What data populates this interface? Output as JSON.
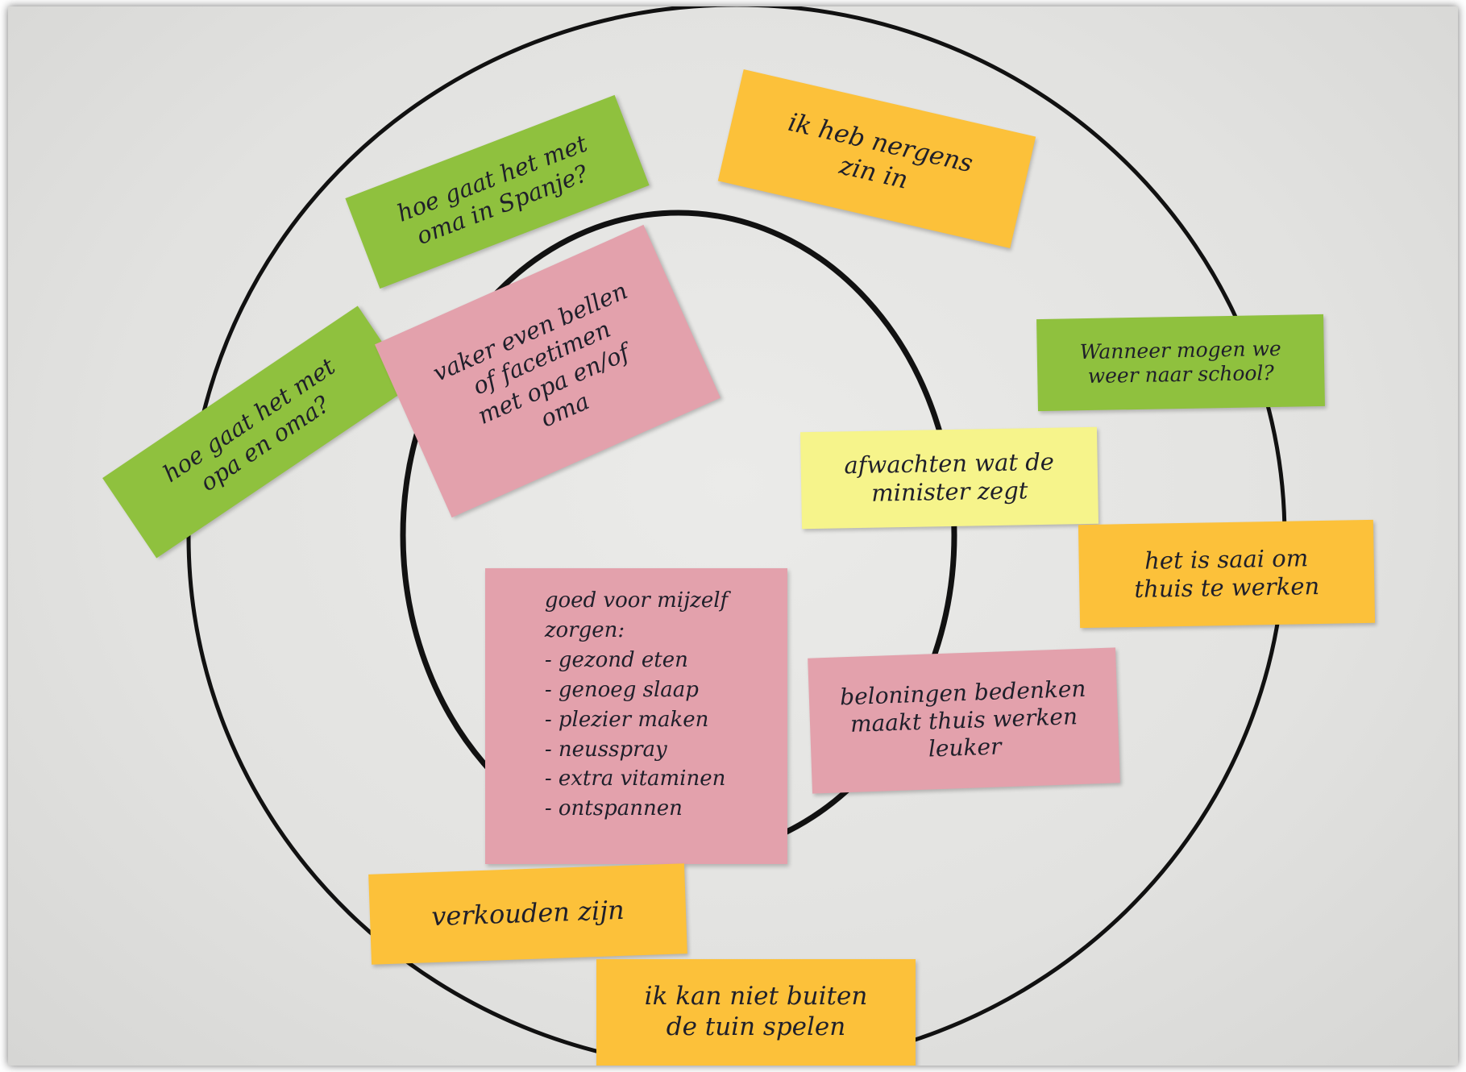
{
  "diagram": {
    "notes": [
      {
        "id": "oma-spanje",
        "text": "hoe gaat het met\noma in Spanje?",
        "color": "green"
      },
      {
        "id": "nergens-zin",
        "text": "ik heb nergens\nzin in",
        "color": "orange"
      },
      {
        "id": "opa-oma",
        "text": "hoe gaat het met\nopa en oma?",
        "color": "green"
      },
      {
        "id": "bellen",
        "text": "vaker even bellen\nof facetimen\nmet opa en/of\noma",
        "color": "pink"
      },
      {
        "id": "school",
        "text": "Wanneer mogen we\nweer naar school?",
        "color": "green"
      },
      {
        "id": "minister",
        "text": "afwachten wat de\nminister zegt",
        "color": "yellow"
      },
      {
        "id": "saai",
        "text": "het is saai om\nthuis te werken",
        "color": "orange"
      },
      {
        "id": "zorgen",
        "text": "goed voor mijzelf\nzorgen:\n- gezond eten\n- genoeg slaap\n- plezier maken\n- neusspray\n- extra vitaminen\n- ontspannen",
        "color": "pink"
      },
      {
        "id": "beloningen",
        "text": "beloningen bedenken\nmaakt thuis werken\nleuker",
        "color": "pink"
      },
      {
        "id": "verkouden",
        "text": "verkouden zijn",
        "color": "orange"
      },
      {
        "id": "buiten",
        "text": "ik kan niet buiten\nde tuin spelen",
        "color": "orange"
      }
    ]
  }
}
